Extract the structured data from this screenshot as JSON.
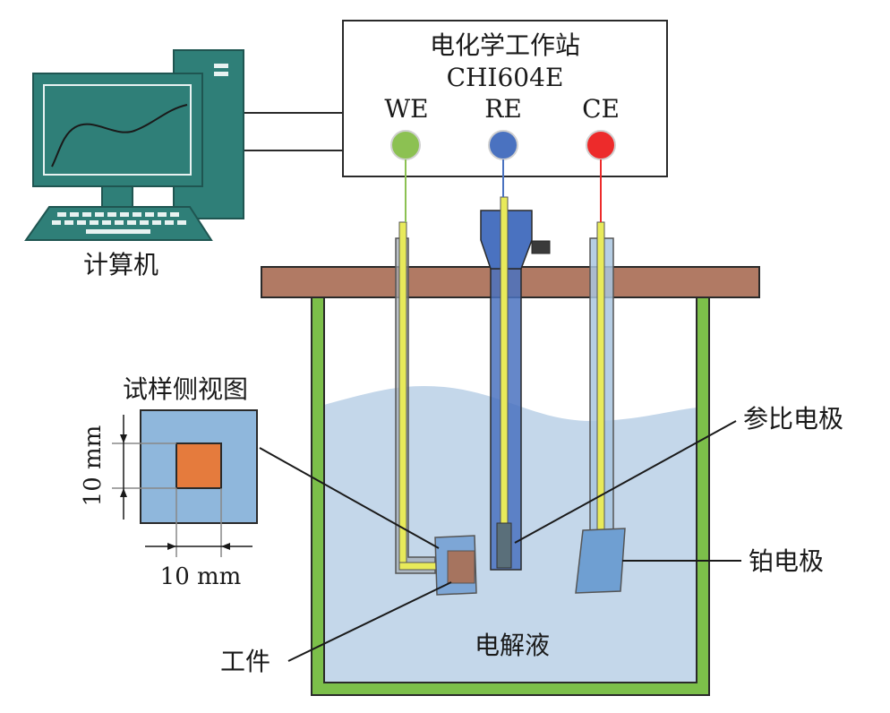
{
  "station": {
    "title": "电化学工作站",
    "model": "CHI604E",
    "terminals": [
      {
        "label": "WE",
        "color": "#8cc152"
      },
      {
        "label": "RE",
        "color": "#4a72c0"
      },
      {
        "label": "CE",
        "color": "#ed2b2b"
      }
    ]
  },
  "computer": {
    "label": "计算机",
    "color": "#2f7f78"
  },
  "sample_view": {
    "title": "试样侧视图",
    "dim_vertical": "10 mm",
    "dim_horizontal": "10 mm"
  },
  "cell": {
    "lid_color": "#b17a64",
    "wall_color": "#7cbf4a",
    "electrolyte_color": "#c4d7ea",
    "electrolyte_label": "电解液"
  },
  "labels": {
    "reference_electrode": "参比电极",
    "platinum_electrode": "铂电极",
    "workpiece": "工件"
  }
}
